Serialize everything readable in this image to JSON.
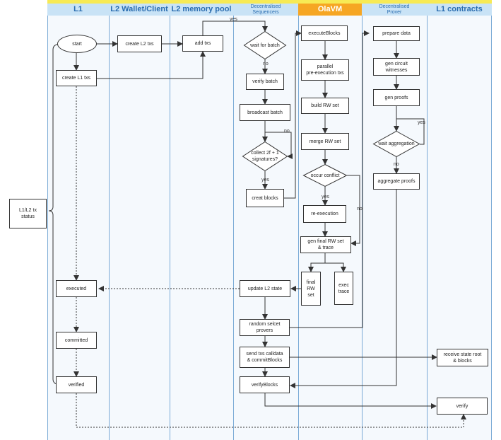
{
  "lanes": {
    "l1": "L1",
    "wallet": "L2 Wallet/Client",
    "mempool": "L2 memory pool",
    "sequencers": "Decentralised\nSequencers",
    "olavm": "OlaVM",
    "prover": "Decentralised\nProver",
    "contracts": "L1 contracts"
  },
  "nodes": {
    "status": "L1/L2 tx\nstatus",
    "start": "start",
    "create_l1": "create L1 txs",
    "executed": "executed",
    "committed": "committed",
    "verified": "verified",
    "create_l2": "create L2 txs",
    "add_txs": "add txs",
    "wait_batch": "wait for batch",
    "verify_batch": "verify batch",
    "broadcast": "broadcast batch",
    "collect_sig": "collect 2f + 1\nsignatures?",
    "creat_blocks": "creat blocks",
    "update_state": "update L2 state",
    "random_provers": "random selcet\nprovers",
    "send_calldata": "send txs calldata\n& commitBlocks",
    "verify_blocks": "verifyBlocks",
    "execute_blocks": "executeBlocks",
    "parallel_pre": "parallel\npre-execution txs",
    "build_rw": "build RW set",
    "merge_rw": "merge RW set",
    "occur_conflict": "occur conflict",
    "re_execution": "re-execution",
    "gen_final": "gen final RW set\n& trace",
    "final_rw": "final\nRW\nset",
    "exec_trace": "exec\ntrace",
    "prepare_data": "prepare data",
    "gen_witnesses": "gen circuit\nwitnesses",
    "gen_proofs": "gen proofs",
    "wait_aggregation": "wait aggregation",
    "aggregate_proofs": "aggregate proofs",
    "receive_state": "receive state root\n& blocks",
    "verify": "verify"
  },
  "edge_labels": {
    "wait_batch_yes": "yes",
    "wait_batch_no": "no",
    "collect_no": "no",
    "collect_yes": "yes",
    "conflict_yes": "yes",
    "conflict_no": "no",
    "aggregation_yes": "yes",
    "aggregation_no": "no"
  }
}
